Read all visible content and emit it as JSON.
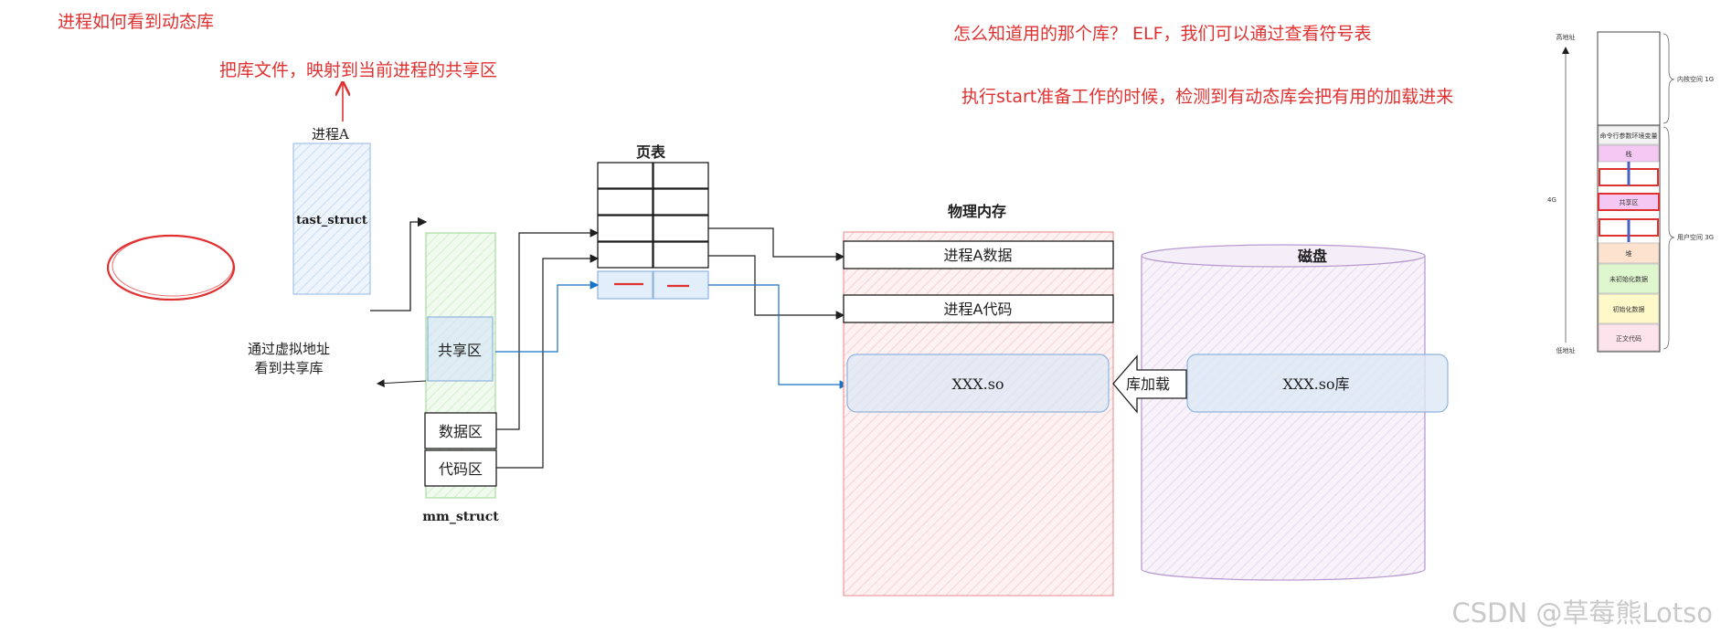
{
  "notes": {
    "title": "进程如何看到动态库",
    "map_note": "把库文件，映射到当前进程的共享区",
    "elf_question": "怎么知道用的那个库？ ELF，我们可以通过查看符号表",
    "start_note": "执行start准备工作的时候，检测到有动态库会把有用的加载进来"
  },
  "process": {
    "title": "进程A",
    "task_struct": "tast_struct"
  },
  "mm": {
    "label": "mm_struct",
    "shared": "共享区",
    "data": "数据区",
    "code": "代码区"
  },
  "virtual_note": {
    "line1": "通过虚拟地址",
    "line2": "看到共享库"
  },
  "page_table": {
    "title": "页表"
  },
  "physical": {
    "title": "物理内存",
    "data": "进程A数据",
    "code": "进程A代码",
    "so": "XXX.so"
  },
  "disk": {
    "title": "磁盘",
    "so": "XXX.so库",
    "load_arrow": "库加载"
  },
  "layout_figure": {
    "top": "高地址",
    "bottom": "低地址",
    "kernel": "内核空间 1G",
    "user": "用户空间 3G",
    "total": "4G",
    "args_env": "命令行参数环境变量",
    "stack": "栈",
    "shared": "共享区",
    "heap": "堆",
    "uninit": "未初始化数据",
    "init": "初始化数据",
    "text": "正文代码"
  },
  "watermark": "CSDN @草莓熊Lotso",
  "colors": {
    "red": "#e03131",
    "blue_fill": "#e7f0fb",
    "green_fill": "#ebf8e6",
    "pink_fill": "#fdecec",
    "purple_fill": "#f4eef8",
    "pt_highlight": "#e3eefb"
  }
}
